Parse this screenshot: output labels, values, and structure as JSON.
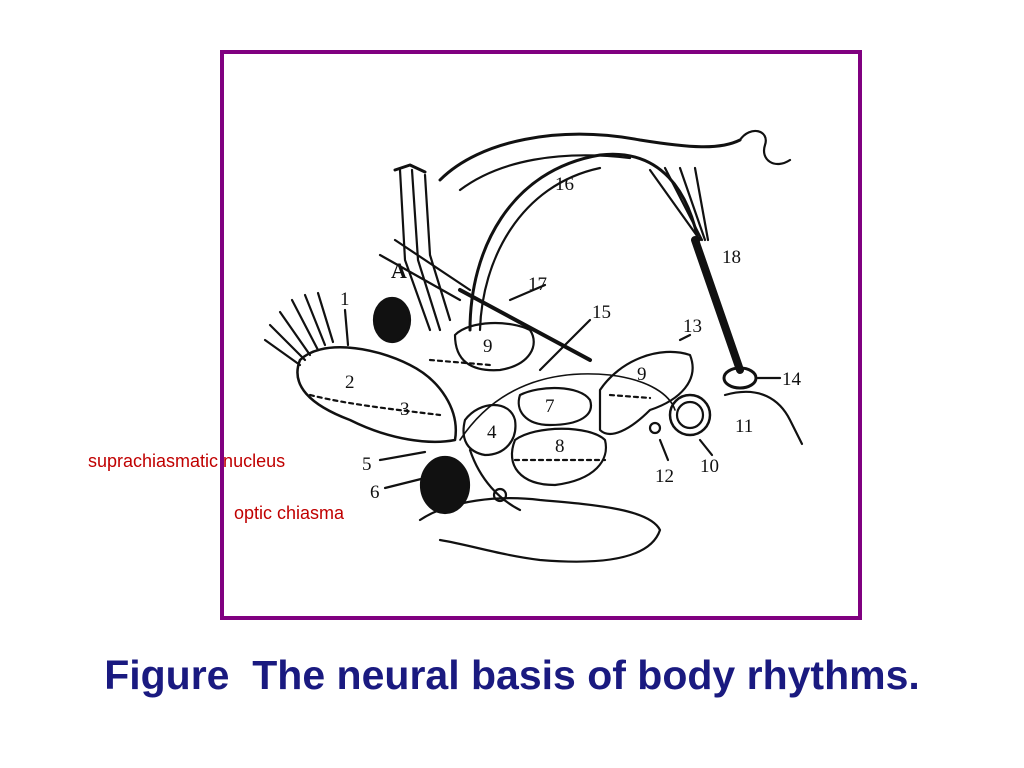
{
  "callouts": {
    "scn": "suprachiasmatic nucleus",
    "chiasma": "optic chiasma"
  },
  "figure_letter": "A",
  "labels": {
    "n1": "1",
    "n2": "2",
    "n3": "3",
    "n4": "4",
    "n5": "5",
    "n6": "6",
    "n7": "7",
    "n8": "8",
    "n9": "9",
    "n10": "10",
    "n11": "11",
    "n12": "12",
    "n13": "13",
    "n14": "14",
    "n15": "15",
    "n16": "16",
    "n17": "17",
    "n18": "18"
  },
  "caption": "Figure  The neural basis of body rhythms.",
  "colors": {
    "frame_border": "#800080",
    "callout_text": "#c00000",
    "caption_text": "#1a1a80"
  }
}
